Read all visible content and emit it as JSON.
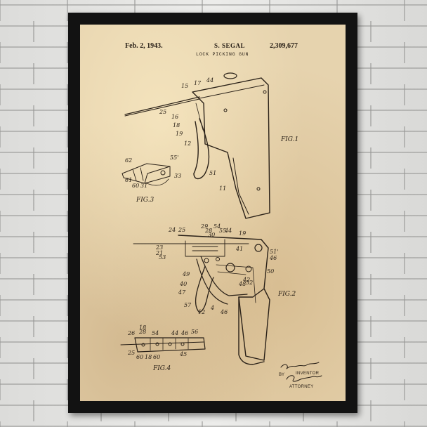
{
  "patent": {
    "date": "Feb. 2, 1943.",
    "inventor": "S. SEGAL",
    "number": "2,309,677",
    "title": "LOCK PICKING GUN"
  },
  "figures": {
    "fig1": "FIG.1",
    "fig2": "FIG.2",
    "fig3": "FIG.3",
    "fig4": "FIG.4"
  },
  "fig1_refs": [
    "15",
    "17",
    "44",
    "25",
    "16",
    "18",
    "19",
    "12",
    "51",
    "11"
  ],
  "fig2_refs": [
    "24",
    "25",
    "29",
    "28",
    "54",
    "55",
    "44",
    "19",
    "30",
    "23",
    "21",
    "41",
    "51'",
    "46",
    "50",
    "49",
    "40",
    "42",
    "52",
    "48",
    "53",
    "47",
    "57",
    "12",
    "4",
    "46"
  ],
  "fig3_refs": [
    "62",
    "55'",
    "33",
    "61",
    "60",
    "31"
  ],
  "fig4_refs": [
    "18",
    "26",
    "28",
    "54",
    "44",
    "46",
    "56",
    "25",
    "60",
    "18",
    "60",
    "45"
  ],
  "signature": {
    "inventor_sig": "Samuel Segal",
    "inventor_role": "INVENTOR",
    "by": "BY",
    "attorney_role": "ATTORNEY"
  },
  "colors": {
    "ink": "#2a2118",
    "paper": "#e6d3ae",
    "frame": "#121212",
    "wall": "#e4e4e2"
  }
}
